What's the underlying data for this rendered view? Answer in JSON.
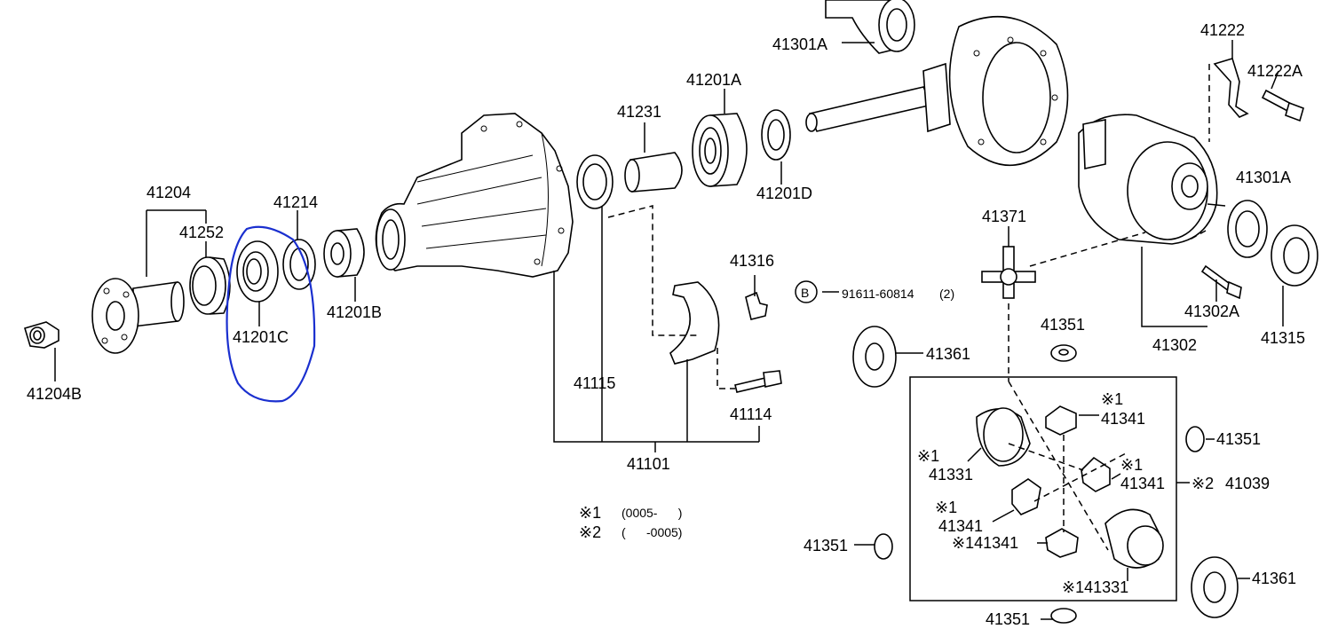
{
  "labels": {
    "p41301A_top": "41301A",
    "p41201A": "41201A",
    "p41231": "41231",
    "p41201D": "41201D",
    "p41222": "41222",
    "p41222A": "41222A",
    "p41204": "41204",
    "p41252": "41252",
    "p41214": "41214",
    "p41201C": "41201C",
    "p41201B": "41201B",
    "p41204B": "41204B",
    "p41316": "41316",
    "p41115": "41115",
    "p41114": "41114",
    "p41101": "41101",
    "p41371": "41371",
    "bolt_code": "91611-60814",
    "bolt_qty": "(2)",
    "bolt_marker": "B",
    "p41301A_right": "41301A",
    "p41302A": "41302A",
    "p41302": "41302",
    "p41315": "41315",
    "p41351_a": "41351",
    "p41361_a": "41361",
    "p41341_a_mark": "※1",
    "p41341_a": "41341",
    "p41331_mark": "※1",
    "p41331": "41331",
    "p41351_b": "41351",
    "p41341_b_mark": "※1",
    "p41341_b": "41341",
    "p41039_mark": "※2",
    "p41039": "41039",
    "p41341_c_mark": "※1",
    "p41341_c": "41341",
    "p41341_d": "※141341",
    "p41351_c": "41351",
    "p41331_b": "※141331",
    "p41361_b": "41361",
    "p41351_d": "41351"
  },
  "legend": {
    "row1_mark": "※1",
    "row1_text": "(0005-      )",
    "row2_mark": "※2",
    "row2_text": "(      -0005)"
  },
  "colors": {
    "highlight_circle": "#1a2fcf"
  }
}
